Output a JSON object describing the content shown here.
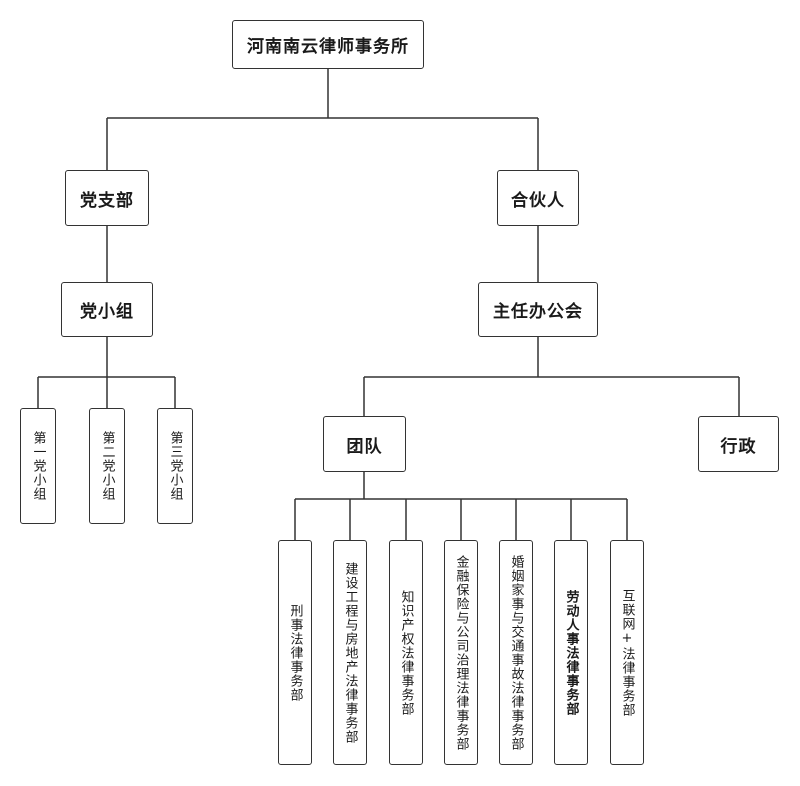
{
  "root": {
    "label": "河南南云律师事务所"
  },
  "party": {
    "label": "党支部",
    "group": {
      "label": "党小组"
    },
    "subgroups": [
      "第一党小组",
      "第二党小组",
      "第三党小组"
    ]
  },
  "partners": {
    "label": "合伙人",
    "office": {
      "label": "主任办公会"
    },
    "team": {
      "label": "团队",
      "departments": [
        "刑事法律事务部",
        "建设工程与房地产法律事务部",
        "知识产权法律事务部",
        "金融保险与公司治理法律事务部",
        "婚姻家事与交通事故法律事务部",
        "劳动人事法律事务部",
        "互联网+法律事务部"
      ]
    },
    "admin": {
      "label": "行政"
    }
  }
}
